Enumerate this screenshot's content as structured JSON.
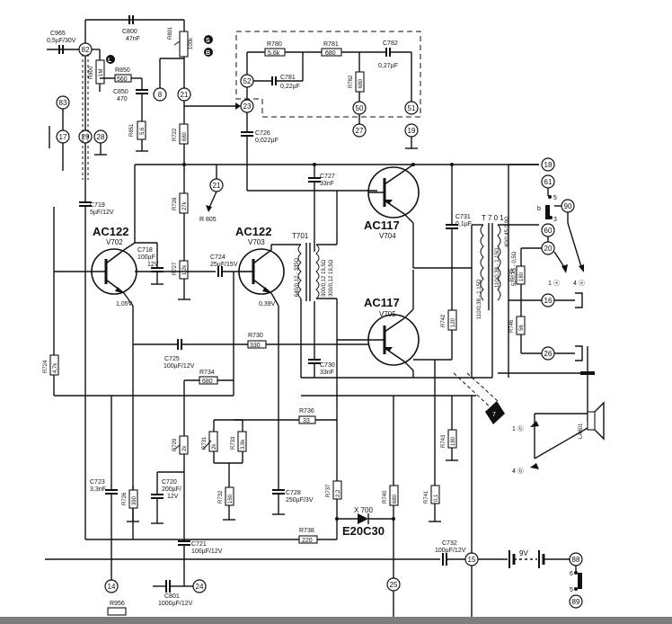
{
  "labels": {
    "c965": "C965",
    "c965v": "0,5µF/30V",
    "c800": "C800",
    "c800v": "47nF",
    "r801": "R801",
    "r801v": "100k",
    "s": "S",
    "b": "B",
    "l": "L",
    "r800": "R800",
    "r800v": "1M",
    "r850": "R850",
    "r850v": "560",
    "c850": "C850",
    "c850v": "470",
    "r851": "R851",
    "r851v": "5,6",
    "r780": "R780",
    "r780v": "5,6k",
    "r781": "R781",
    "r781v": "680",
    "c781": "C781",
    "c781v": "0,22µF",
    "c782": "C782",
    "c782v": "0,27µF",
    "r782": "R782",
    "r782v": "680",
    "r722": "R722",
    "r722v": "680",
    "c726": "C726",
    "c726v": "0,022µF",
    "c727": "C727",
    "c727v": "33nF",
    "c719": "C719",
    "c719v": "5µF/12V",
    "r728": "R728",
    "r728v": "27k",
    "r805": "R 805",
    "q702": "AC122",
    "q702n": "V702",
    "q703": "AC122",
    "q703n": "V703",
    "q704": "AC117",
    "q704n": "V704",
    "q705": "AC117",
    "q705n": "V705",
    "c718": "C718",
    "c718v": "100µF",
    "c718v2": "12V",
    "r727": "R727",
    "r727v": "1,2k",
    "c724": "C724",
    "c724v": "25µF/15V",
    "t701a": "T701",
    "t701b": "T 7 0 1",
    "t701w1": "640/0,12 - 335Ω",
    "t701w2": "300/0,12 19,5Ω",
    "t701w3": "300/0,12 19,5Ω",
    "t701w4": "110/0,38 - 1,15Ω",
    "t701w5": "110/0,38 - 1,15Ω",
    "t701w6": "40/0,45 0,9Ω",
    "t701w7": "52/0,45 - 0,5Ω",
    "c731": "C731",
    "c731v": "0,1µF",
    "v1": "1,05V",
    "v2": "0,39V",
    "c725": "C725",
    "c725v": "100µF/12V",
    "r730": "R730",
    "r730v": "330",
    "r734": "R734",
    "r734v": "680",
    "c730": "C730",
    "c730v": "33nF",
    "r742": "R742",
    "r742v": "120",
    "r745": "R745",
    "r745v": "180",
    "r746": "R746",
    "r746v": "56",
    "r724": "R724",
    "r724v": "4,7k",
    "r736": "R736",
    "r736v": "33",
    "r729": "R729",
    "r729v": "2k",
    "r731": "R731",
    "r731v": "2k",
    "r733": "R733",
    "r733v": "3,9k",
    "r743": "R743",
    "r743v": "180",
    "la801": "LA801",
    "c723": "C723",
    "c723v": "3,3nF",
    "r726": "R726",
    "r726v": "390",
    "c720": "C720",
    "c720v": "200µF/",
    "c720v2": "12V",
    "r732": "R732",
    "r732v": "150",
    "c728": "C728",
    "c728v": "250µF/3V",
    "r737": "R737",
    "r737v": "2,2",
    "x700": "X 700",
    "e20c30": "E20C30",
    "r740": "R740",
    "r740v": "680",
    "r741": "R741",
    "r741v": "0,1",
    "r738": "R738",
    "r738v": "220",
    "c721": "C721",
    "c721v": "100µF/12V",
    "c732": "C732",
    "c732v": "100µF/12V",
    "batt": "9V",
    "r956": "R956",
    "c801": "C801",
    "c801v": "1000µF/12V",
    "sw5": "5",
    "sw6": "6",
    "sw3": "3",
    "swb": "b",
    "sw5b": "5",
    "a1": "1 ⓑ",
    "a2": "4 ⓑ",
    "a3": "1 ⓐ",
    "a4": "4 ⓐ",
    "m7": "7"
  },
  "nodes": [
    "82",
    "83",
    "17",
    "29",
    "28",
    "8",
    "21",
    "52",
    "23",
    "50",
    "27",
    "51",
    "19",
    "21",
    "18",
    "61",
    "90",
    "60",
    "20",
    "16",
    "26",
    "14",
    "24",
    "15",
    "25",
    "88",
    "89"
  ]
}
